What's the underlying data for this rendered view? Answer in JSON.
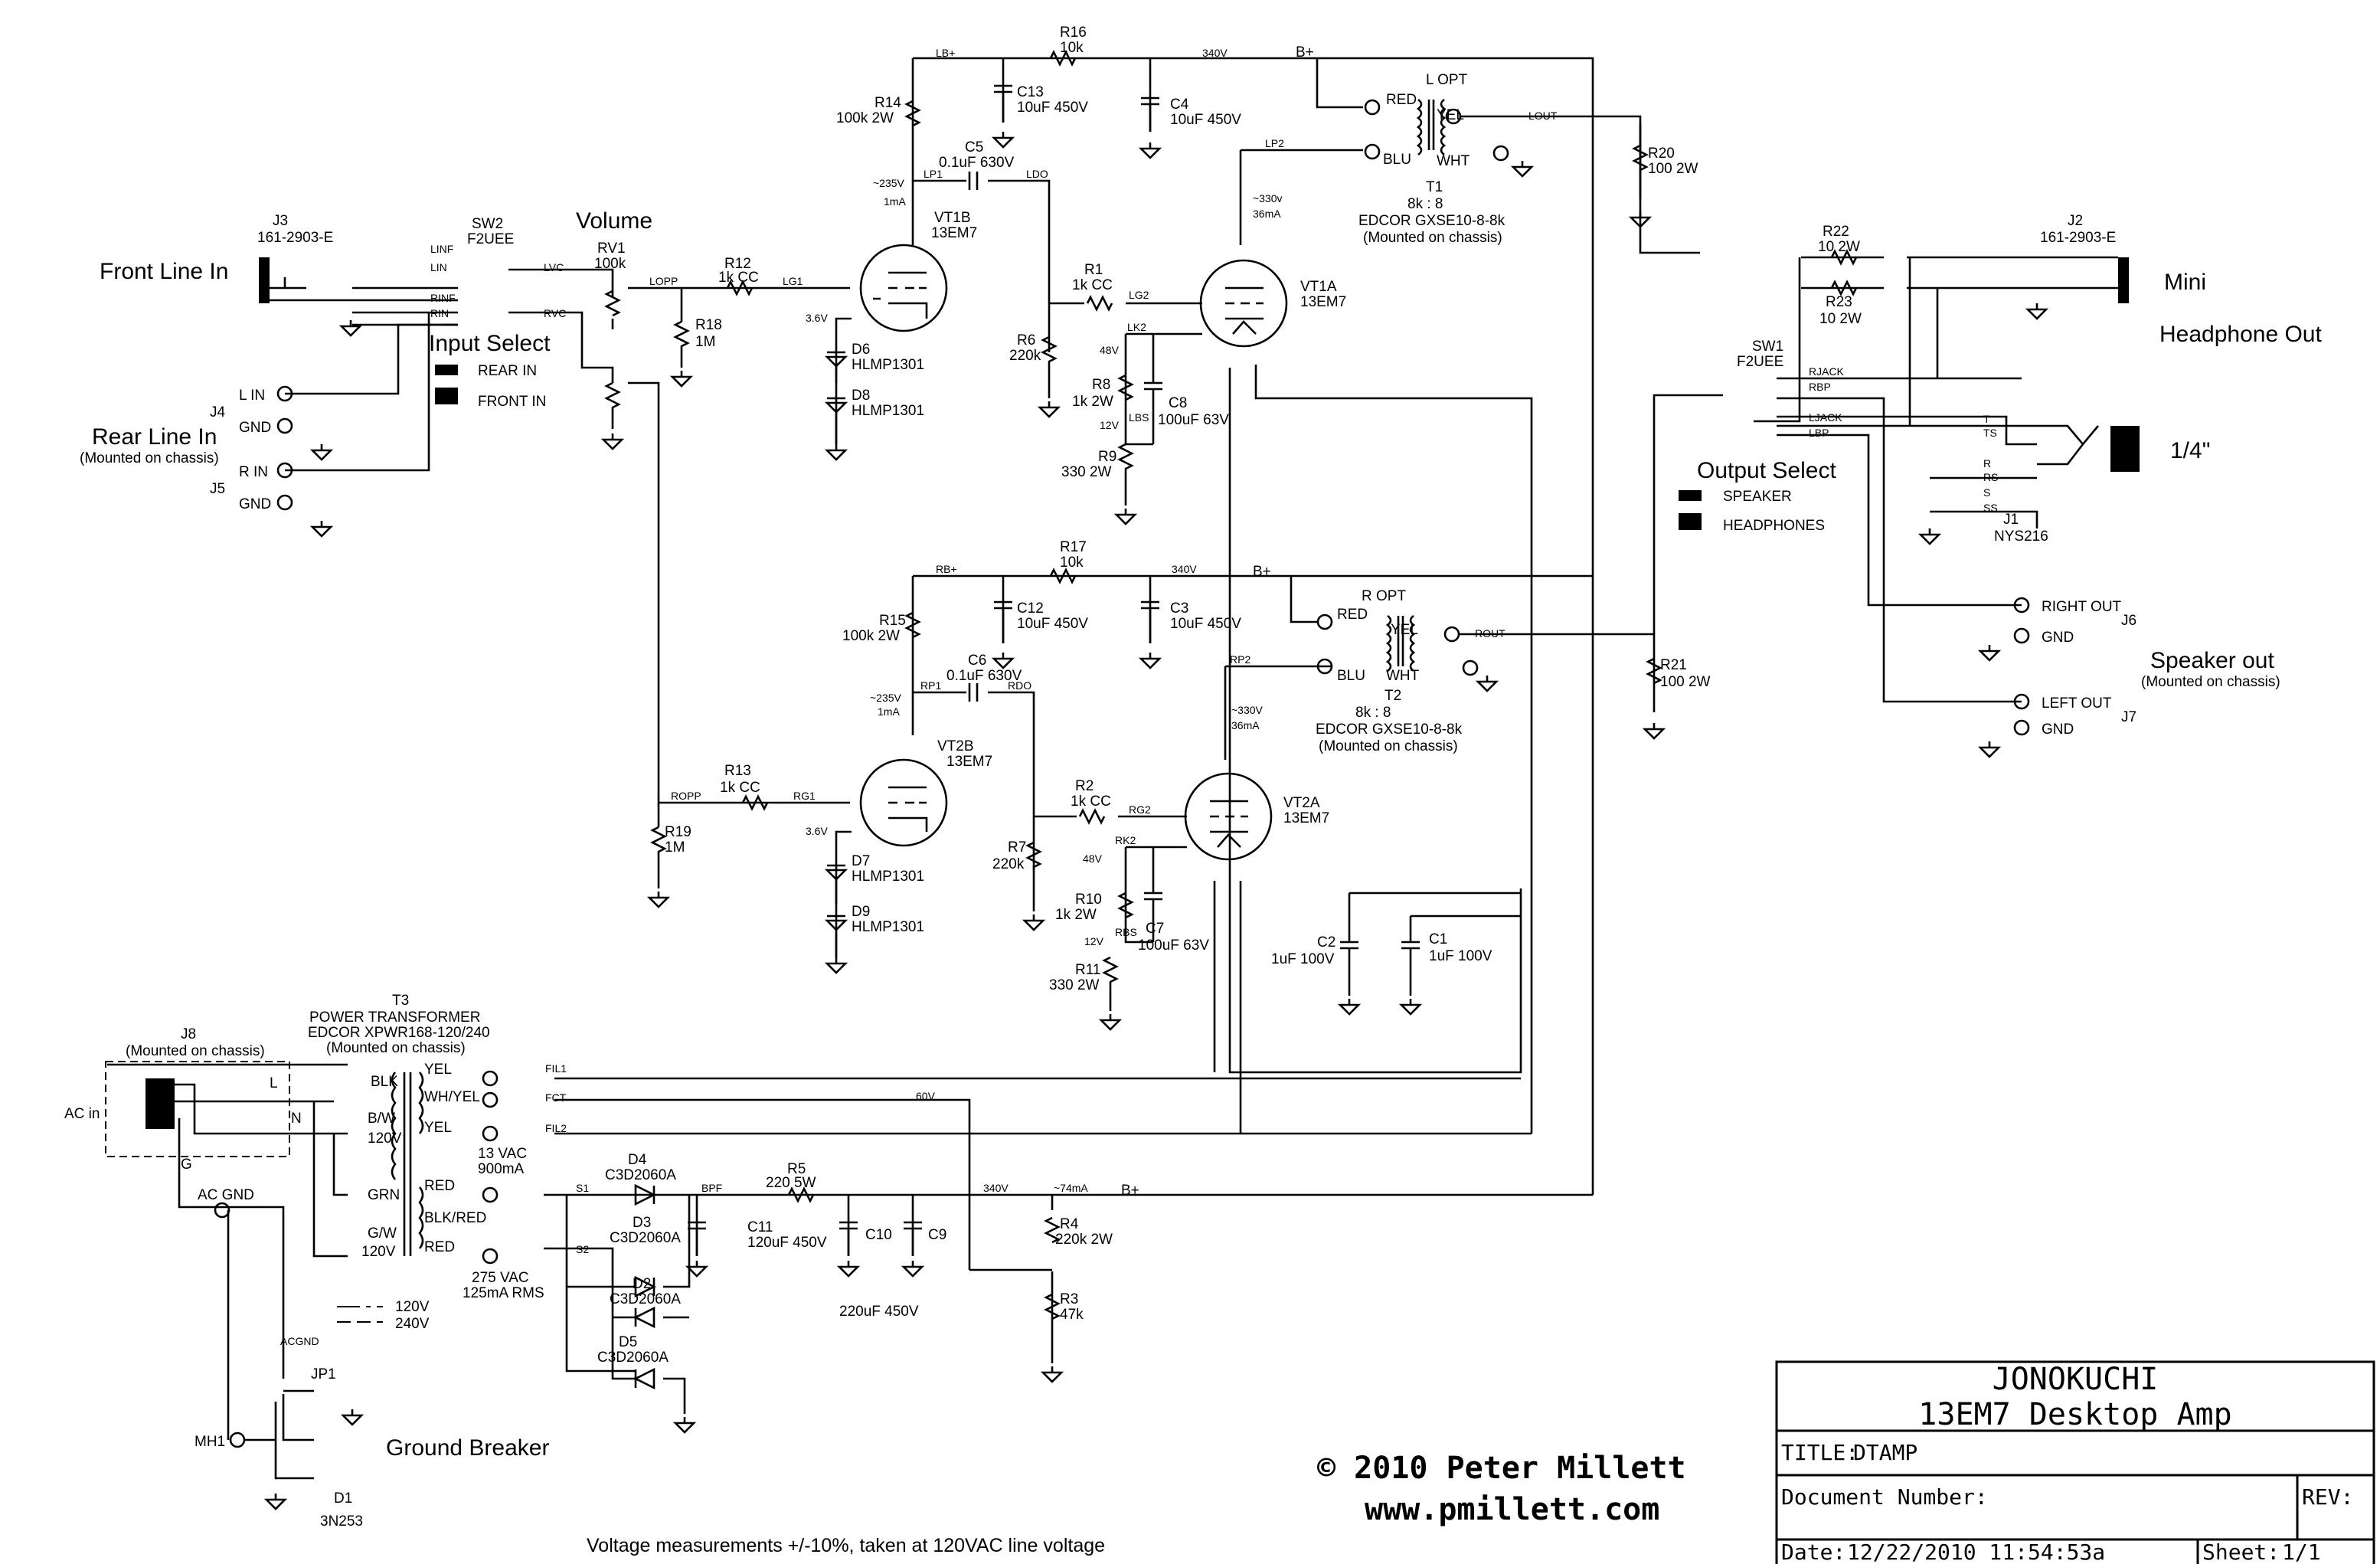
{
  "title_block": {
    "project": "JONOKUCHI",
    "subtitle": "13EM7 Desktop Amp",
    "title_label": "TITLE:",
    "title_value": "DTAMP",
    "document_number_label": "Document Number:",
    "rev_label": "REV:",
    "date_label": "Date:",
    "date_value": "12/22/2010 11:54:53a",
    "sheet_label": "Sheet:",
    "sheet_value": "1/1"
  },
  "copyright": "© 2010 Peter Millett",
  "website": "www.pmillett.com",
  "footnote": "Voltage measurements +/-10%, taken at 120VAC line voltage",
  "sections": {
    "front_line_in": "Front Line In",
    "rear_line_in": "Rear Line In",
    "rear_line_in_sub": "(Mounted on chassis)",
    "volume": "Volume",
    "input_select": "Input Select",
    "rear_in": "REAR IN",
    "front_in": "FRONT IN",
    "output_select": "Output Select",
    "speaker": "SPEAKER",
    "headphones": "HEADPHONES",
    "mini": "Mini",
    "headphone_out": "Headphone Out",
    "quarter_inch": "1/4\"",
    "speaker_out": "Speaker out",
    "speaker_out_sub": "(Mounted on chassis)",
    "ground_breaker": "Ground Breaker",
    "ac_in": "AC in",
    "ac_gnd": "AC GND",
    "legend_120": "120V",
    "legend_240": "240V"
  },
  "connectors": {
    "j3_ref": "J3",
    "j3_part": "161-2903-E",
    "j2_ref": "J2",
    "j2_part": "161-2903-E",
    "j1_ref": "J1",
    "j1_part": "NYS216",
    "j4": "J4",
    "j5": "J5",
    "j6": "J6",
    "j7": "J7",
    "j8_ref": "J8",
    "j8_sub": "(Mounted on chassis)",
    "l_in": "L IN",
    "r_in": "R IN",
    "gnd": "GND",
    "right_out": "RIGHT OUT",
    "left_out": "LEFT OUT",
    "mh1": "MH1",
    "jp1": "JP1"
  },
  "switches": {
    "sw2_ref": "SW2",
    "sw2_part": "F2UEE",
    "sw1_ref": "SW1",
    "sw1_part": "F2UEE"
  },
  "components": {
    "rv1": "RV1",
    "rv1_val": "100k",
    "r12": "R12",
    "r12_val": "1k CC",
    "r13": "R13",
    "r13_val": "1k CC",
    "r18": "R18",
    "r18_val": "1M",
    "r19": "R19",
    "r19_val": "1M",
    "r14": "R14",
    "r14_val": "100k 2W",
    "r15": "R15",
    "r15_val": "100k 2W",
    "r16": "R16",
    "r16_val": "10k",
    "r17": "R17",
    "r17_val": "10k",
    "c13": "C13",
    "c13_val": "10uF 450V",
    "c12": "C12",
    "c12_val": "10uF 450V",
    "c4": "C4",
    "c4_val": "10uF 450V",
    "c3": "C3",
    "c3_val": "10uF 450V",
    "c5": "C5",
    "c5_val": "0.1uF 630V",
    "c6": "C6",
    "c6_val": "0.1uF 630V",
    "vt1b": "VT1B",
    "vt2b": "VT2B",
    "vt1a": "VT1A",
    "vt2a": "VT2A",
    "tube_type": "13EM7",
    "d6": "D6",
    "d7": "D7",
    "d8": "D8",
    "d9": "D9",
    "led_type": "HLMP1301",
    "r1": "R1",
    "r1_val": "1k CC",
    "r2": "R2",
    "r2_val": "1k CC",
    "r6": "R6",
    "r6_val": "220k",
    "r7": "R7",
    "r7_val": "220k",
    "r8": "R8",
    "r8_val": "1k 2W",
    "r10": "R10",
    "r10_val": "1k 2W",
    "c8": "C8",
    "c8_val": "100uF 63V",
    "c7": "C7",
    "c7_val": "100uF 63V",
    "r9": "R9",
    "r9_val": "330 2W",
    "r11": "R11",
    "r11_val": "330 2W",
    "t1": "T1",
    "t2": "T2",
    "opt_ratio": "8k : 8",
    "opt_part": "EDCOR GXSE10-8-8k",
    "opt_sub": "(Mounted on chassis)",
    "l_opt": "L OPT",
    "r_opt": "R OPT",
    "r20": "R20",
    "r20_val": "100 2W",
    "r21": "R21",
    "r21_val": "100 2W",
    "r22": "R22",
    "r22_val": "10 2W",
    "r23": "R23",
    "r23_val": "10 2W",
    "c2": "C2",
    "c2_val": "1uF 100V",
    "c1": "C1",
    "c1_val": "1uF 100V",
    "t3": "T3",
    "t3_name": "POWER TRANSFORMER",
    "t3_part": "EDCOR XPWR168-120/240",
    "t3_sub": "(Mounted on chassis)",
    "d1": "D1",
    "d1_part": "3N253",
    "d2": "D2",
    "d3": "D3",
    "d4": "D4",
    "d5": "D5",
    "sic_diode": "C3D2060A",
    "r5": "R5",
    "r5_val": "220 5W",
    "c11": "C11",
    "c11_val": "120uF 450V",
    "c10": "C10",
    "c9": "C9",
    "c9c10_val": "220uF 450V",
    "r4": "R4",
    "r4_val": "220k 2W",
    "r3": "R3",
    "r3_val": "47k"
  },
  "nets": {
    "b_plus": "B+",
    "lb_plus": "LB+",
    "rb_plus": "RB+",
    "v340": "340V",
    "v235": "~235V",
    "ma1": "1mA",
    "v330": "~330v",
    "v330b": "~330V",
    "ma36": "36mA",
    "v36": "3.6V",
    "v48": "48V",
    "v12": "12V",
    "v60": "60V",
    "ma74": "~74mA",
    "linf": "LINF",
    "lin": "LIN",
    "rinf": "RINF",
    "rin": "RIN",
    "lvc": "LVC",
    "rvc": "RVC",
    "lopp": "LOPP",
    "ropp": "ROPP",
    "lg1": "LG1",
    "rg1": "RG1",
    "lp1": "LP1",
    "rp1": "RP1",
    "ldo": "LDO",
    "rdo": "RDO",
    "lg2": "LG2",
    "rg2": "RG2",
    "lk2": "LK2",
    "rk2": "RK2",
    "lbs": "LBS",
    "rbs": "RBS",
    "lp2": "LP2",
    "rp2": "RP2",
    "lout": "LOUT",
    "rout": "ROUT",
    "rjack": "RJACK",
    "rbp": "RBP",
    "ljack": "LJACK",
    "lbp": "LBP",
    "fil1": "FIL1",
    "fil2": "FIL2",
    "fct": "FCT",
    "s1": "S1",
    "s2": "S2",
    "bpf": "BPF",
    "acgnd": "ACGND",
    "blk": "BLK",
    "wh_yel": "WH/YEL",
    "yel": "YEL",
    "grn": "GRN",
    "bw": "B/W",
    "gw": "G/W",
    "red": "RED",
    "blu": "BLU",
    "wht": "WHT",
    "blk_red": "BLK/RED",
    "l": "L",
    "n": "N",
    "g": "G",
    "v120": "120V",
    "v13": "13 VAC",
    "ma900": "900mA",
    "v275": "275 VAC",
    "ma125": "125mA RMS",
    "pin_t": "T",
    "pin_ts": "TS",
    "pin_r": "R",
    "pin_rs": "RS",
    "pin_s": "S",
    "pin_ss": "SS"
  }
}
